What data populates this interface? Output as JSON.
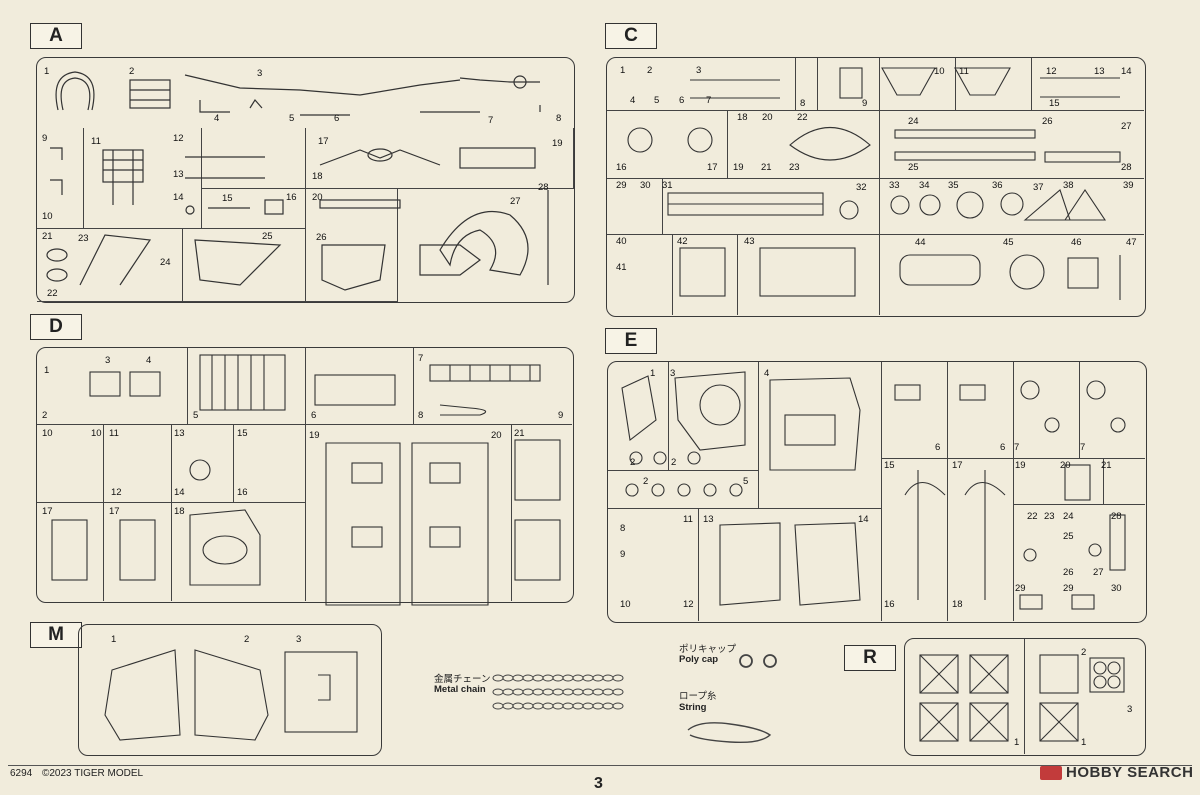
{
  "sprues": [
    {
      "id": "A",
      "label": "A"
    },
    {
      "id": "C",
      "label": "C"
    },
    {
      "id": "D",
      "label": "D"
    },
    {
      "id": "E",
      "label": "E"
    },
    {
      "id": "M",
      "label": "M"
    },
    {
      "id": "R",
      "label": "R"
    }
  ],
  "part_numbers": {
    "A": [
      "1",
      "2",
      "3",
      "4",
      "5",
      "6",
      "7",
      "8",
      "9",
      "10",
      "11",
      "12",
      "13",
      "14",
      "15",
      "16",
      "17",
      "18",
      "19",
      "20",
      "21",
      "22",
      "23",
      "24",
      "25",
      "26",
      "27",
      "28"
    ],
    "C": [
      "1",
      "2",
      "3",
      "4",
      "5",
      "6",
      "7",
      "8",
      "9",
      "10",
      "11",
      "12",
      "13",
      "14",
      "15",
      "16",
      "17",
      "18",
      "19",
      "20",
      "21",
      "22",
      "23",
      "24",
      "25",
      "26",
      "27",
      "28",
      "29",
      "30",
      "31",
      "32",
      "33",
      "34",
      "35",
      "36",
      "37",
      "38",
      "39",
      "40",
      "41",
      "42",
      "43",
      "44",
      "45",
      "46",
      "47"
    ],
    "D": [
      "1",
      "2",
      "3",
      "4",
      "5",
      "6",
      "7",
      "8",
      "9",
      "10",
      "10",
      "11",
      "12",
      "13",
      "14",
      "15",
      "16",
      "17",
      "17",
      "18",
      "19",
      "20",
      "21"
    ],
    "E": [
      "1",
      "2",
      "2",
      "3",
      "4",
      "5",
      "6",
      "6",
      "7",
      "7",
      "8",
      "9",
      "10",
      "11",
      "12",
      "13",
      "14",
      "15",
      "16",
      "17",
      "18",
      "19",
      "20",
      "21",
      "22",
      "23",
      "24",
      "25",
      "26",
      "27",
      "28",
      "29",
      "29",
      "30",
      "2"
    ],
    "M": [
      "1",
      "2",
      "3"
    ],
    "R": [
      "1",
      "1",
      "2",
      "3"
    ]
  },
  "extras": {
    "metal_chain_jp": "金属チェーン",
    "metal_chain_en": "Metal chain",
    "poly_cap_jp": "ポリキャップ",
    "poly_cap_en": "Poly cap",
    "string_jp": "ロープ糸",
    "string_en": "String"
  },
  "footer": {
    "code": "6294",
    "copyright": "©2023  TIGER MODEL",
    "page": "3",
    "watermark": "HOBBY SEARCH"
  }
}
